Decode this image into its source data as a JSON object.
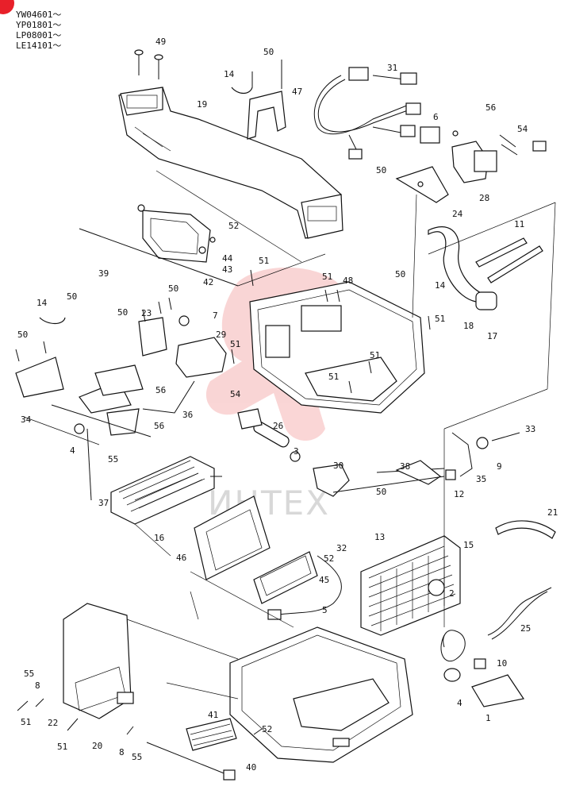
{
  "serials": [
    "YW04601～",
    "YP01801～",
    "LP08001～",
    "LE14101～"
  ],
  "watermark": "ИНТЕХ",
  "colors": {
    "corner_badge": "#e8202a",
    "watermark_logo": "#f3a3a3",
    "line_art": "#111111"
  },
  "part_labels": [
    {
      "id": "lbl-49",
      "text": "49"
    },
    {
      "id": "lbl-50-a",
      "text": "50"
    },
    {
      "id": "lbl-14-a",
      "text": "14"
    },
    {
      "id": "lbl-47",
      "text": "47"
    },
    {
      "id": "lbl-31",
      "text": "31"
    },
    {
      "id": "lbl-19",
      "text": "19"
    },
    {
      "id": "lbl-56-a",
      "text": "56"
    },
    {
      "id": "lbl-6",
      "text": "6"
    },
    {
      "id": "lbl-54-a",
      "text": "54"
    },
    {
      "id": "lbl-50-b",
      "text": "50"
    },
    {
      "id": "lbl-28",
      "text": "28"
    },
    {
      "id": "lbl-24",
      "text": "24"
    },
    {
      "id": "lbl-52-a",
      "text": "52"
    },
    {
      "id": "lbl-44",
      "text": "44"
    },
    {
      "id": "lbl-43",
      "text": "43"
    },
    {
      "id": "lbl-42",
      "text": "42"
    },
    {
      "id": "lbl-39",
      "text": "39"
    },
    {
      "id": "lbl-51-a",
      "text": "51"
    },
    {
      "id": "lbl-11",
      "text": "11"
    },
    {
      "id": "lbl-50-c",
      "text": "50"
    },
    {
      "id": "lbl-51-b",
      "text": "51"
    },
    {
      "id": "lbl-48",
      "text": "48"
    },
    {
      "id": "lbl-50-d",
      "text": "50"
    },
    {
      "id": "lbl-14-b",
      "text": "14"
    },
    {
      "id": "lbl-14-c",
      "text": "14"
    },
    {
      "id": "lbl-50-e",
      "text": "50"
    },
    {
      "id": "lbl-50-f",
      "text": "50"
    },
    {
      "id": "lbl-23",
      "text": "23"
    },
    {
      "id": "lbl-7",
      "text": "7"
    },
    {
      "id": "lbl-51-c",
      "text": "51"
    },
    {
      "id": "lbl-18",
      "text": "18"
    },
    {
      "id": "lbl-17",
      "text": "17"
    },
    {
      "id": "lbl-50-g",
      "text": "50"
    },
    {
      "id": "lbl-29",
      "text": "29"
    },
    {
      "id": "lbl-51-d",
      "text": "51"
    },
    {
      "id": "lbl-51-e",
      "text": "51"
    },
    {
      "id": "lbl-51-f",
      "text": "51"
    },
    {
      "id": "lbl-56-b",
      "text": "56"
    },
    {
      "id": "lbl-54-b",
      "text": "54"
    },
    {
      "id": "lbl-34",
      "text": "34"
    },
    {
      "id": "lbl-36",
      "text": "36"
    },
    {
      "id": "lbl-56-c",
      "text": "56"
    },
    {
      "id": "lbl-4-a",
      "text": "4"
    },
    {
      "id": "lbl-55-a",
      "text": "55"
    },
    {
      "id": "lbl-26",
      "text": "26"
    },
    {
      "id": "lbl-3",
      "text": "3"
    },
    {
      "id": "lbl-33",
      "text": "33"
    },
    {
      "id": "lbl-9",
      "text": "9"
    },
    {
      "id": "lbl-30",
      "text": "30"
    },
    {
      "id": "lbl-38",
      "text": "38"
    },
    {
      "id": "lbl-35",
      "text": "35"
    },
    {
      "id": "lbl-50-h",
      "text": "50"
    },
    {
      "id": "lbl-12",
      "text": "12"
    },
    {
      "id": "lbl-37",
      "text": "37"
    },
    {
      "id": "lbl-16",
      "text": "16"
    },
    {
      "id": "lbl-21",
      "text": "21"
    },
    {
      "id": "lbl-13",
      "text": "13"
    },
    {
      "id": "lbl-46",
      "text": "46"
    },
    {
      "id": "lbl-32",
      "text": "32"
    },
    {
      "id": "lbl-15",
      "text": "15"
    },
    {
      "id": "lbl-52-b",
      "text": "52"
    },
    {
      "id": "lbl-45",
      "text": "45"
    },
    {
      "id": "lbl-2",
      "text": "2"
    },
    {
      "id": "lbl-5",
      "text": "5"
    },
    {
      "id": "lbl-25",
      "text": "25"
    },
    {
      "id": "lbl-10",
      "text": "10"
    },
    {
      "id": "lbl-55-b",
      "text": "55"
    },
    {
      "id": "lbl-8-a",
      "text": "8"
    },
    {
      "id": "lbl-4-b",
      "text": "4"
    },
    {
      "id": "lbl-51-g",
      "text": "51"
    },
    {
      "id": "lbl-22",
      "text": "22"
    },
    {
      "id": "lbl-1",
      "text": "1"
    },
    {
      "id": "lbl-41",
      "text": "41"
    },
    {
      "id": "lbl-52-c",
      "text": "52"
    },
    {
      "id": "lbl-51-h",
      "text": "51"
    },
    {
      "id": "lbl-20",
      "text": "20"
    },
    {
      "id": "lbl-8-b",
      "text": "8"
    },
    {
      "id": "lbl-55-c",
      "text": "55"
    },
    {
      "id": "lbl-40",
      "text": "40"
    }
  ]
}
